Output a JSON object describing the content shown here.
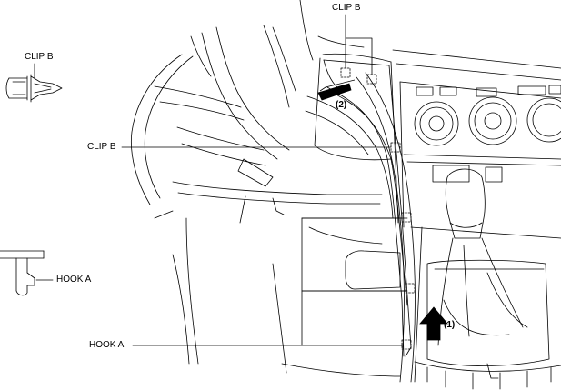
{
  "callouts": {
    "clip_b_top": "CLIP B",
    "clip_b_detail": "CLIP B",
    "clip_b_side": "CLIP B",
    "hook_a_detail": "HOOK A",
    "hook_a_side": "HOOK A"
  },
  "steps": {
    "step_1": "(1)",
    "step_2": "(2)"
  },
  "colors": {
    "line": "#000000",
    "background": "#ffffff"
  }
}
